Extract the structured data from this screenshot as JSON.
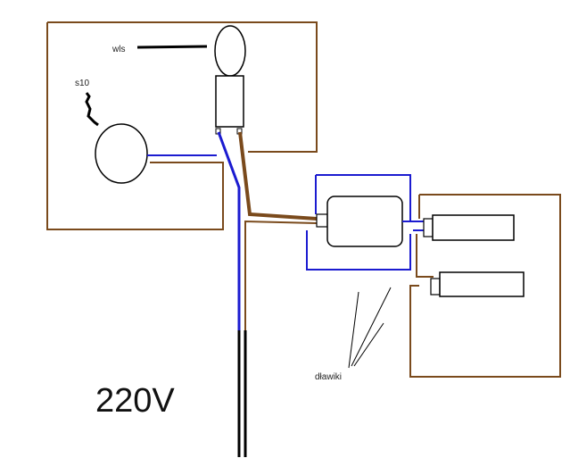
{
  "labels": {
    "wls": "wls",
    "s10": "s10",
    "dlawiki": "dławiki",
    "voltage": "220V"
  },
  "colors": {
    "brown": "#7a4a1c",
    "blue": "#1b1bd0",
    "black": "#000000",
    "outline": "#000000"
  }
}
